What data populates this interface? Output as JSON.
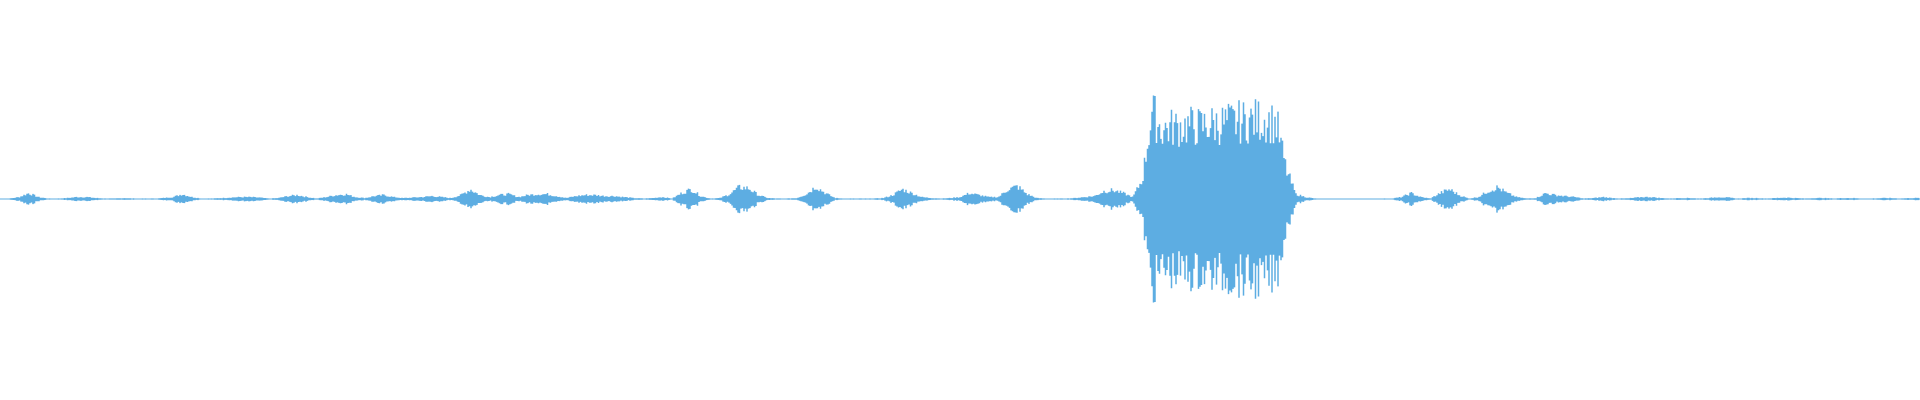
{
  "waveform": {
    "color": "#5dade2",
    "background": "#ffffff",
    "envelope": [
      0.005,
      0.005,
      0.02,
      0.06,
      0.02,
      0.005,
      0.005,
      0.01,
      0.02,
      0.02,
      0.01,
      0.005,
      0.005,
      0.01,
      0.005,
      0.005,
      0.005,
      0.01,
      0.02,
      0.05,
      0.02,
      0.005,
      0.005,
      0.01,
      0.015,
      0.02,
      0.02,
      0.015,
      0.005,
      0.01,
      0.03,
      0.04,
      0.02,
      0.005,
      0.02,
      0.04,
      0.05,
      0.02,
      0.01,
      0.03,
      0.04,
      0.02,
      0.01,
      0.015,
      0.02,
      0.03,
      0.02,
      0.01,
      0.04,
      0.1,
      0.04,
      0.02,
      0.04,
      0.05,
      0.02,
      0.04,
      0.05,
      0.05,
      0.03,
      0.01,
      0.03,
      0.04,
      0.04,
      0.03,
      0.03,
      0.02,
      0.01,
      0.005,
      0.01,
      0.02,
      0.005,
      0.06,
      0.1,
      0.03,
      0.005,
      0.01,
      0.05,
      0.12,
      0.11,
      0.04,
      0.01,
      0.005,
      0.005,
      0.01,
      0.05,
      0.13,
      0.06,
      0.01,
      0.005,
      0.005,
      0.005,
      0.005,
      0.01,
      0.04,
      0.1,
      0.06,
      0.02,
      0.01,
      0.005,
      0.01,
      0.02,
      0.06,
      0.04,
      0.02,
      0.02,
      0.1,
      0.13,
      0.05,
      0.01,
      0.005,
      0.005,
      0.005,
      0.01,
      0.02,
      0.03,
      0.08,
      0.09,
      0.06,
      0.02,
      0.2,
      0.9,
      0.72,
      0.74,
      0.75,
      0.76,
      0.75,
      0.77,
      0.78,
      0.79,
      0.8,
      0.81,
      0.82,
      0.82,
      0.77,
      0.3,
      0.05,
      0.02,
      0.005,
      0.0,
      0.0,
      0.0,
      0.003,
      0.0,
      0.003,
      0.005,
      0.005,
      0.02,
      0.06,
      0.02,
      0.005,
      0.06,
      0.1,
      0.04,
      0.005,
      0.02,
      0.08,
      0.12,
      0.06,
      0.02,
      0.005,
      0.01,
      0.06,
      0.04,
      0.03,
      0.02,
      0.005,
      0.01,
      0.02,
      0.01,
      0.005,
      0.01,
      0.02,
      0.02,
      0.01,
      0.005,
      0.01,
      0.01,
      0.005,
      0.01,
      0.02,
      0.015,
      0.005,
      0.01,
      0.01,
      0.005,
      0.01,
      0.015,
      0.01,
      0.005,
      0.01,
      0.01,
      0.005,
      0.01,
      0.01,
      0.005,
      0.005,
      0.01,
      0.01,
      0.005,
      0.01
    ]
  }
}
